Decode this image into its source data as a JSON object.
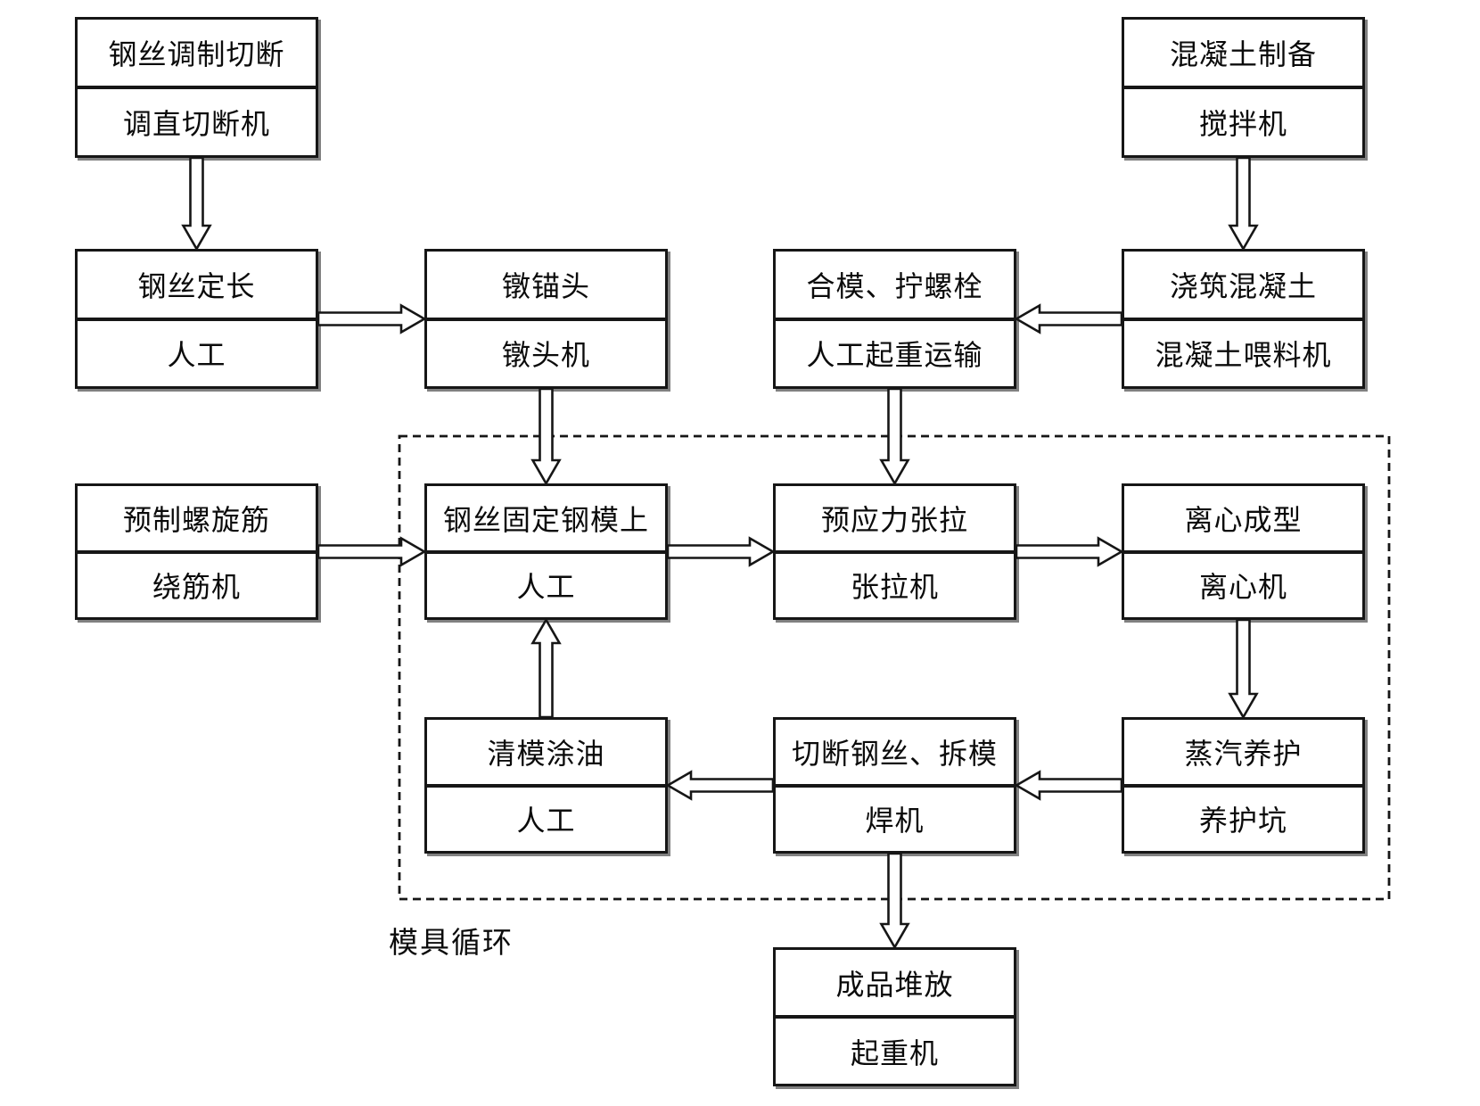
{
  "diagram": {
    "loop_label": "模具循环",
    "boxes": [
      {
        "id": "wire-tempering-cutting",
        "process": "钢丝调制切断",
        "equipment": "调直切断机"
      },
      {
        "id": "concrete-preparation",
        "process": "混凝土制备",
        "equipment": "搅拌机"
      },
      {
        "id": "wire-fixed-length",
        "process": "钢丝定长",
        "equipment": "人工"
      },
      {
        "id": "upset-anchor-head",
        "process": "镦锚头",
        "equipment": "镦头机"
      },
      {
        "id": "close-mold-tighten-bolts",
        "process": "合模、拧螺栓",
        "equipment": "人工起重运输"
      },
      {
        "id": "pour-concrete",
        "process": "浇筑混凝土",
        "equipment": "混凝土喂料机"
      },
      {
        "id": "prefab-spiral-rebar",
        "process": "预制螺旋筋",
        "equipment": "绕筋机"
      },
      {
        "id": "fix-wire-on-mold",
        "process": "钢丝固定钢模上",
        "equipment": "人工"
      },
      {
        "id": "prestress-tensioning",
        "process": "预应力张拉",
        "equipment": "张拉机"
      },
      {
        "id": "centrifugal-forming",
        "process": "离心成型",
        "equipment": "离心机"
      },
      {
        "id": "clean-mold-oiling",
        "process": "清模涂油",
        "equipment": "人工"
      },
      {
        "id": "cut-wire-demolding",
        "process": "切断钢丝、拆模",
        "equipment": "焊机"
      },
      {
        "id": "steam-curing",
        "process": "蒸汽养护",
        "equipment": "养护坑"
      },
      {
        "id": "product-stacking",
        "process": "成品堆放",
        "equipment": "起重机"
      }
    ],
    "connections": [
      {
        "from": "wire-tempering-cutting",
        "to": "wire-fixed-length"
      },
      {
        "from": "wire-fixed-length",
        "to": "upset-anchor-head"
      },
      {
        "from": "upset-anchor-head",
        "to": "fix-wire-on-mold"
      },
      {
        "from": "concrete-preparation",
        "to": "pour-concrete"
      },
      {
        "from": "pour-concrete",
        "to": "close-mold-tighten-bolts"
      },
      {
        "from": "close-mold-tighten-bolts",
        "to": "prestress-tensioning"
      },
      {
        "from": "prefab-spiral-rebar",
        "to": "fix-wire-on-mold"
      },
      {
        "from": "fix-wire-on-mold",
        "to": "prestress-tensioning"
      },
      {
        "from": "prestress-tensioning",
        "to": "centrifugal-forming"
      },
      {
        "from": "centrifugal-forming",
        "to": "steam-curing"
      },
      {
        "from": "steam-curing",
        "to": "cut-wire-demolding"
      },
      {
        "from": "cut-wire-demolding",
        "to": "clean-mold-oiling"
      },
      {
        "from": "clean-mold-oiling",
        "to": "fix-wire-on-mold"
      },
      {
        "from": "cut-wire-demolding",
        "to": "product-stacking"
      }
    ],
    "colors": {
      "line": "#161616",
      "background": "#ffffff"
    }
  }
}
